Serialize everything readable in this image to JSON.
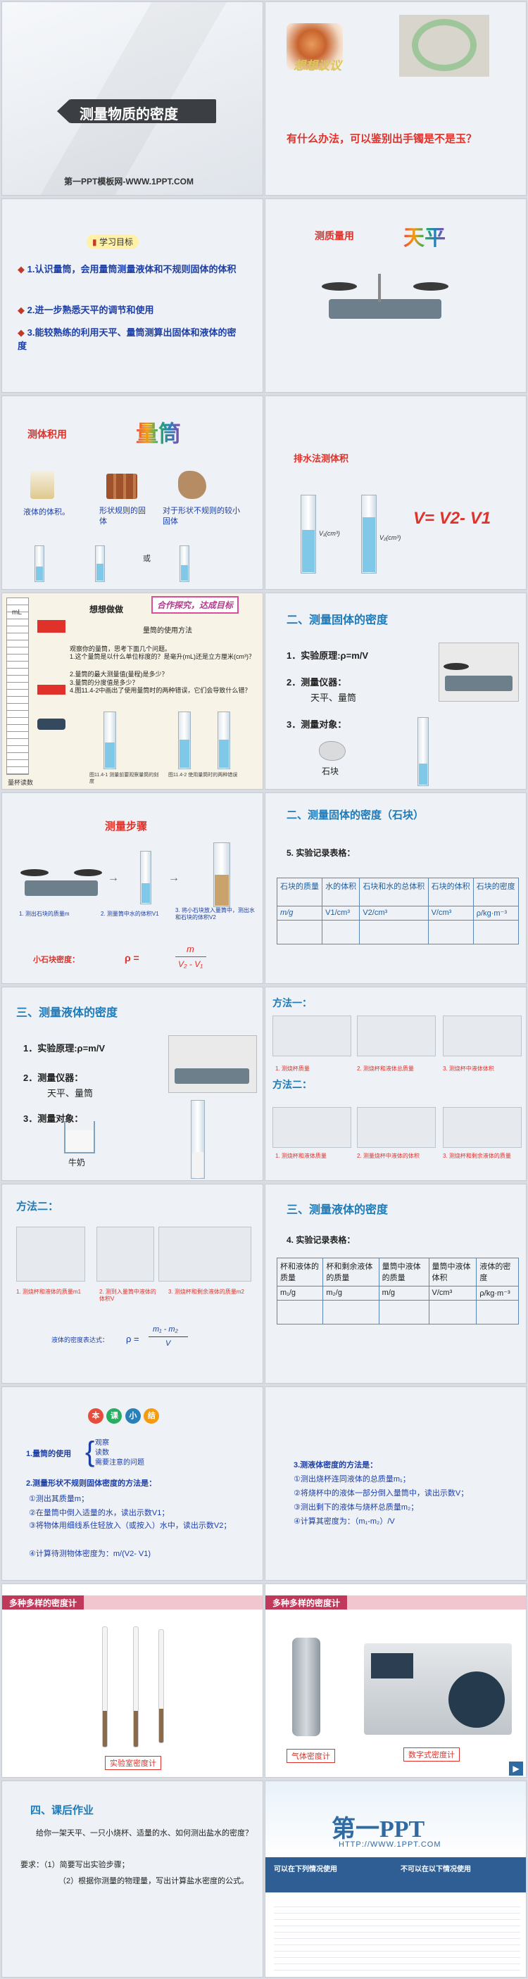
{
  "s1": {
    "title": "测量物质的密度",
    "footer": "第一PPT模板网-WWW.1PPT.COM"
  },
  "s2": {
    "question": "有什么办法，可以鉴别出手镯是不是玉？",
    "think": "想想议议"
  },
  "s3": {
    "badge": "学习目标",
    "goals": [
      "1.认识量筒，会用量筒测量液体和不规则固体的体积",
      "2.进一步熟悉天平的调节和使用",
      "3.能较熟练的利用天平、量筒测算出固体和液体的密度"
    ]
  },
  "s4": {
    "label": "测质量用",
    "big": "天平"
  },
  "s5": {
    "label": "测体积用",
    "big": "量筒",
    "items": [
      "液体的体积。",
      "形状规则的固体",
      "对于形状不规则的较小固体"
    ],
    "or": "或"
  },
  "s6": {
    "label": "排水法测体积",
    "v1": "V₁(cm³)",
    "v2": "V₂(cm³)",
    "formula": "V= V2- V1"
  },
  "s7": {
    "banner": "合作探究，达成目标",
    "heading": "想想做做",
    "method": "量筒的使用方法",
    "lines": [
      "观察你的量筒，思考下面几个问题。",
      "1.这个量筒是以什么单位标度的？是毫升(mL)还是立方厘米(cm³)？",
      "2.量筒的最大测量值(量程)是多少？",
      "3.量筒的分度值是多少？",
      "4.图11.4-2中画出了使用量筒时的两种错误，它们会导致什么错？"
    ],
    "captions": [
      "图11.4-1 测量前要观察量筒的刻度",
      "图11.4-2 使用量筒时的两种错误"
    ],
    "unit": "mL",
    "sidenote": "量杯读数"
  },
  "s8": {
    "heading": "二、测量固体的密度",
    "steps": [
      "1．实验原理:ρ=m/V",
      "2．测量仪器：",
      "天平、量筒",
      "3．测量对象：",
      "石块"
    ]
  },
  "s9": {
    "label": "测量步骤",
    "captions": [
      "1. 测出石块的质量m",
      "2. 测量筒中水的体积V1",
      "3. 将小石块放入量筒中，测出水和石块的体积V2"
    ],
    "formula_label": "小石块密度：",
    "rho": "ρ  =",
    "num": "m",
    "den": "V₂ - V₁"
  },
  "s10": {
    "heading": "二、测量固体的密度（石块）",
    "sub": "5. 实验记录表格：",
    "table": [
      [
        "石块的质量",
        "水的体积",
        "石块和水的总体积",
        "石块的体积",
        "石块的密度"
      ],
      [
        "m/g",
        "V1/cm³",
        "V2/cm³",
        "V/cm³",
        "ρ/kg·m⁻³"
      ]
    ]
  },
  "s11": {
    "heading": "三、测量液体的密度",
    "steps": [
      "1．实验原理:ρ=m/V",
      "2．测量仪器：",
      "天平、量筒",
      "3．测量对象：",
      "牛奶"
    ]
  },
  "s12": {
    "m1": "方法一：",
    "m2": "方法二：",
    "caps1": [
      "1. 测烧杯质量",
      "2. 测烧杯和液体总质量",
      "3. 测烧杯中液体体积"
    ],
    "caps2": [
      "1. 测烧杯和液体质量",
      "2. 测量烧杯中液体的体积",
      "3. 测烧杯和剩余液体的质量"
    ]
  },
  "s13": {
    "m": "方法二：",
    "caps": [
      "1. 测烧杯和液体的质量m1",
      "2. 测到入量筒中液体的体积V",
      "3. 测烧杯和剩余液体的质量m2"
    ],
    "expr": "液体的密度表达式：",
    "rho": "ρ  =",
    "num": "m₁ - m₂",
    "den": "V"
  },
  "s14": {
    "heading": "三、测量液体的密度",
    "sub": "4. 实验记录表格：",
    "table": [
      [
        "杯和液体的质量",
        "杯和剩余液体的质量",
        "量筒中液体的质量",
        "量筒中液体体积",
        "液体的密度"
      ],
      [
        "m₁/g",
        "m₂/g",
        "m/g",
        "V/cm³",
        "ρ/kg·m⁻³"
      ]
    ]
  },
  "s15": {
    "badge": [
      "本",
      "课",
      "小",
      "结"
    ],
    "item1": "1.量筒的使用",
    "sub1": [
      "观察",
      "读数",
      "需要注意的问题"
    ],
    "item2": "2.测量形状不规则固体密度的方法是：",
    "steps": [
      "①测出其质量m；",
      "②在量筒中倒入适量的水，读出示数V1；",
      "③将物体用细线系住轻放入（或按入）水中，读出示数V2；",
      "④计算待测物体密度为：m/(V2- V1)"
    ]
  },
  "s16": {
    "title": "3.测液体密度的方法是：",
    "steps": [
      "①测出烧杯连同液体的总质量m₁；",
      "②将烧杯中的液体一部分倒入量筒中，读出示数V；",
      "③测出剩下的液体与烧杯总质量m₂；",
      "④计算其密度为：（m₁-m₂）/V"
    ]
  },
  "s17": {
    "banner": "多种多样的密度计",
    "caption": "实验室密度计"
  },
  "s18": {
    "banner": "多种多样的密度计",
    "caps": [
      "气体密度计",
      "数字式密度计"
    ]
  },
  "s19": {
    "heading": "四、课后作业",
    "lines": [
      "给你一架天平、一只小烧杯、适量的水、如何测出盐水的密度？",
      "要求：（1）简要写出实验步骤；",
      "（2）根据你测量的物理量，写出计算盐水密度的公式。"
    ]
  },
  "s20": {
    "logo": "第一PPT",
    "url": "HTTP://WWW.1PPT.COM",
    "col1": "可以在下列情况使用",
    "col2": "不可以在以下情况使用"
  },
  "colors": {
    "accent_blue": "#1f7ab8",
    "accent_red": "#e0312a",
    "slide_bg": "#eef1f5"
  }
}
